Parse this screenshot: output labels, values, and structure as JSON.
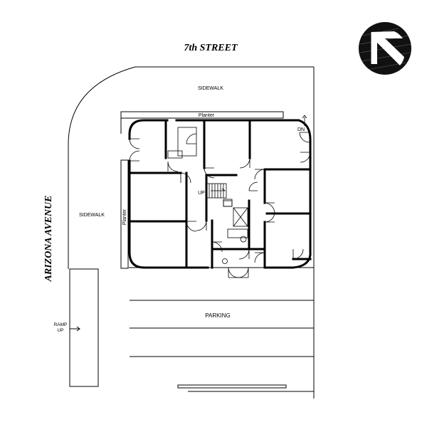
{
  "streets": {
    "north": "7th STREET",
    "west": "ARIZONA AVENUE"
  },
  "labels": {
    "sidewalk_north": "SIDEWALK",
    "sidewalk_west": "SIDEWALK",
    "planter_north": "Planter",
    "planter_west": "Planter",
    "parking": "PARKING",
    "ramp": "RAMP",
    "ramp_up": "UP",
    "stair_up": "UP",
    "stair_down": "DN"
  },
  "north_arrow": {
    "icon": "north-arrow-icon"
  }
}
